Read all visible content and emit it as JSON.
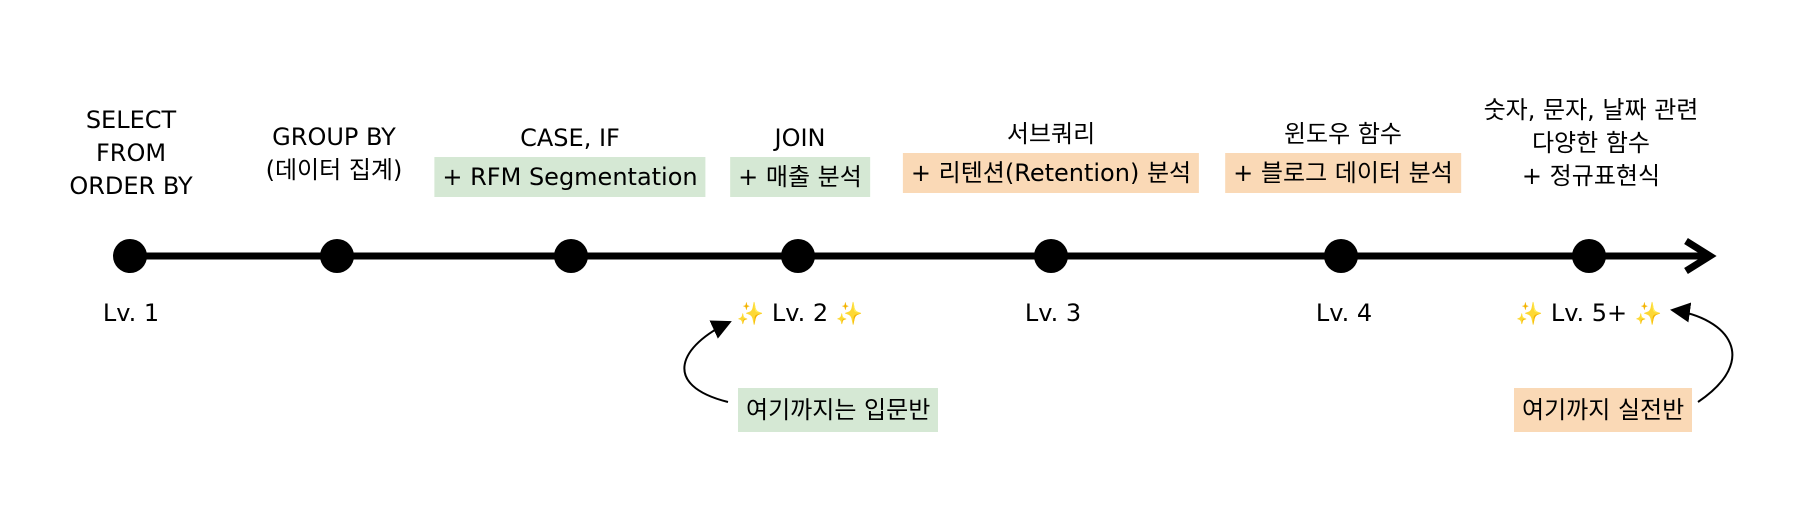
{
  "colors": {
    "beginner": "#d5e8d4",
    "advanced": "#fad9b6",
    "line": "#000000"
  },
  "steps": [
    {
      "lines": [
        "SELECT",
        "FROM",
        "ORDER BY"
      ],
      "highlight": "",
      "level": "Lv. 1"
    },
    {
      "lines": [
        "GROUP BY",
        "(데이터 집계)"
      ],
      "highlight": "",
      "level": ""
    },
    {
      "lines": [
        "CASE, IF"
      ],
      "highlight": "+ RFM Segmentation",
      "level": ""
    },
    {
      "lines": [
        "JOIN"
      ],
      "highlight": "+ 매출 분석",
      "level": "Lv. 2"
    },
    {
      "lines": [
        "서브쿼리"
      ],
      "highlight": "+ 리텐션(Retention) 분석",
      "level": "Lv. 3"
    },
    {
      "lines": [
        "윈도우 함수"
      ],
      "highlight": "+ 블로그 데이터 분석",
      "level": "Lv. 4"
    },
    {
      "lines": [
        "숫자, 문자, 날짜 관련",
        "다양한 함수",
        "+ 정규표현식"
      ],
      "highlight": "",
      "level": "Lv. 5+"
    }
  ],
  "notes": {
    "beginner": "여기까지는 입문반",
    "advanced": "여기까지 실전반"
  },
  "sparkle": "✨"
}
